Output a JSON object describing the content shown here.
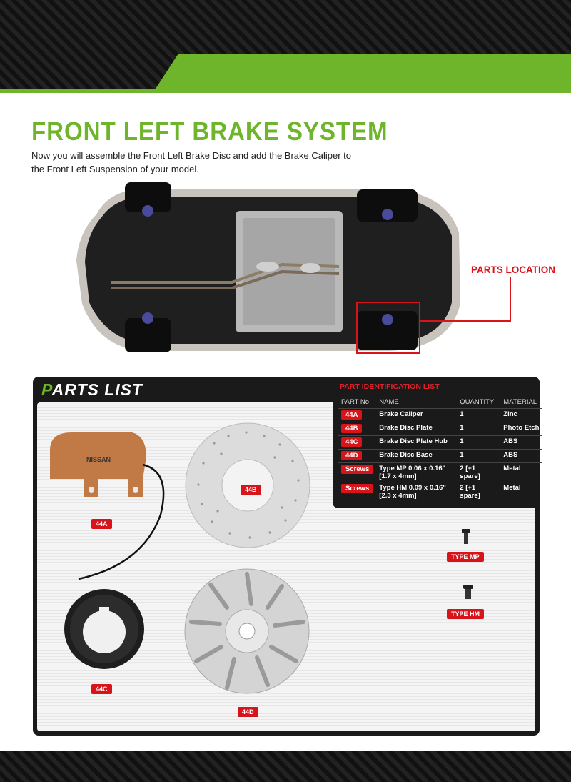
{
  "heading": "FRONT LEFT BRAKE SYSTEM",
  "intro_line1": "Now you will assemble the Front Left Brake Disc and add the Brake Caliper to",
  "intro_line2": "the Front Left Suspension of your model.",
  "parts_location_label": "PARTS LOCATION",
  "parts_list": {
    "title_first": "P",
    "title_rest": "ARTS LIST"
  },
  "id_list": {
    "title": "PART IDENTIFICATION LIST",
    "headers": {
      "part_no": "PART No.",
      "name": "NAME",
      "quantity": "QUANTITY",
      "material": "MATERIAL"
    },
    "rows": [
      {
        "part_no": "44A",
        "name": "Brake Caliper",
        "name2": "",
        "quantity": "1",
        "material": "Zinc"
      },
      {
        "part_no": "44B",
        "name": "Brake Disc Plate",
        "name2": "",
        "quantity": "1",
        "material": "Photo Etch"
      },
      {
        "part_no": "44C",
        "name": "Brake Disc Plate Hub",
        "name2": "",
        "quantity": "1",
        "material": "ABS"
      },
      {
        "part_no": "44D",
        "name": "Brake Disc Base",
        "name2": "",
        "quantity": "1",
        "material": "ABS"
      },
      {
        "part_no": "Screws",
        "name": "Type MP  0.06 x 0.16\"",
        "name2": "[1.7 x 4mm]",
        "quantity": "2 [+1 spare]",
        "material": "Metal"
      },
      {
        "part_no": "Screws",
        "name": "Type HM  0.09 x 0.16\"",
        "name2": "[2.3 x 4mm]",
        "quantity": "2 [+1 spare]",
        "material": "Metal"
      }
    ]
  },
  "part_labels": {
    "a": "44A",
    "b": "44B",
    "c": "44C",
    "d": "44D",
    "mp": "TYPE MP",
    "hm": "TYPE HM"
  },
  "caliper_text": "NISSAN",
  "colors": {
    "green": "#6fb52c",
    "red": "#d8141b",
    "panel": "#1a1a1a"
  }
}
